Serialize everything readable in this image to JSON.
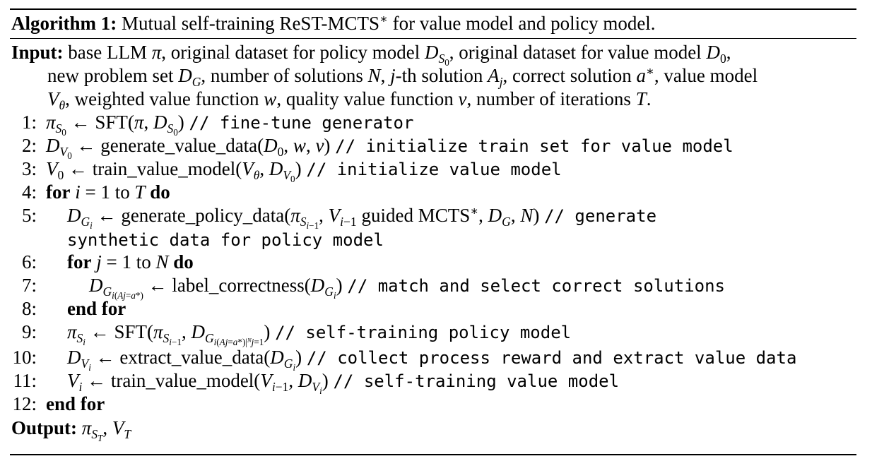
{
  "caption": {
    "label": "Algorithm 1:",
    "text": "Mutual self-training ReST-MCTS* for value model and policy model."
  },
  "input": {
    "label": "Input:",
    "line1": "base LLM π, original dataset for policy model D_{S_0}, original dataset for value model D_0,",
    "line2": "new problem set D_G, number of solutions N, j-th solution A_j, correct solution a*, value model",
    "line3": "V_θ, weighted value function w, quality value function v, number of iterations T."
  },
  "steps": [
    {
      "num": "1:",
      "code": "π_{S_0} ← SFT(π, D_{S_0})",
      "comment": "// fine-tune generator"
    },
    {
      "num": "2:",
      "code": "D_{V_0} ← generate_value_data(D_0, w, v)",
      "comment": "// initialize train set for value model"
    },
    {
      "num": "3:",
      "code": "V_0 ← train_value_model(V_θ, D_{V_0})",
      "comment": "// initialize value model"
    },
    {
      "num": "4:",
      "code": "for i = 1 to T do",
      "comment": ""
    },
    {
      "num": "5:",
      "code": "D_{G_i} ← generate_policy_data(π_{S_{i−1}}, V_{i−1} guided MCTS*, D_G, N)",
      "comment": "// generate synthetic data for policy model"
    },
    {
      "num": "6:",
      "code": "for j = 1 to N do",
      "comment": ""
    },
    {
      "num": "7:",
      "code": "D_{G_i(A_j=a*)} ← label_correctness(D_{G_i})",
      "comment": "// match and select correct solutions"
    },
    {
      "num": "8:",
      "code": "end for",
      "comment": ""
    },
    {
      "num": "9:",
      "code": "π_{S_i} ← SFT(π_{S_{i−1}}, D_{G_i(A_j=a*)}|_{j=1}^{N})",
      "comment": "// self-training policy model"
    },
    {
      "num": "10:",
      "code": "D_{V_i} ← extract_value_data(D_{G_i})",
      "comment": "// collect process reward and extract value data"
    },
    {
      "num": "11:",
      "code": "V_i ← train_value_model(V_{i−1}, D_{V_i})",
      "comment": "// self-training value model"
    },
    {
      "num": "12:",
      "code": "end for",
      "comment": ""
    }
  ],
  "output": {
    "label": "Output:",
    "text": "π_{S_T}, V_T"
  },
  "keywords": {
    "for": "for",
    "do": "do",
    "end_for": "end for",
    "to": "to"
  }
}
